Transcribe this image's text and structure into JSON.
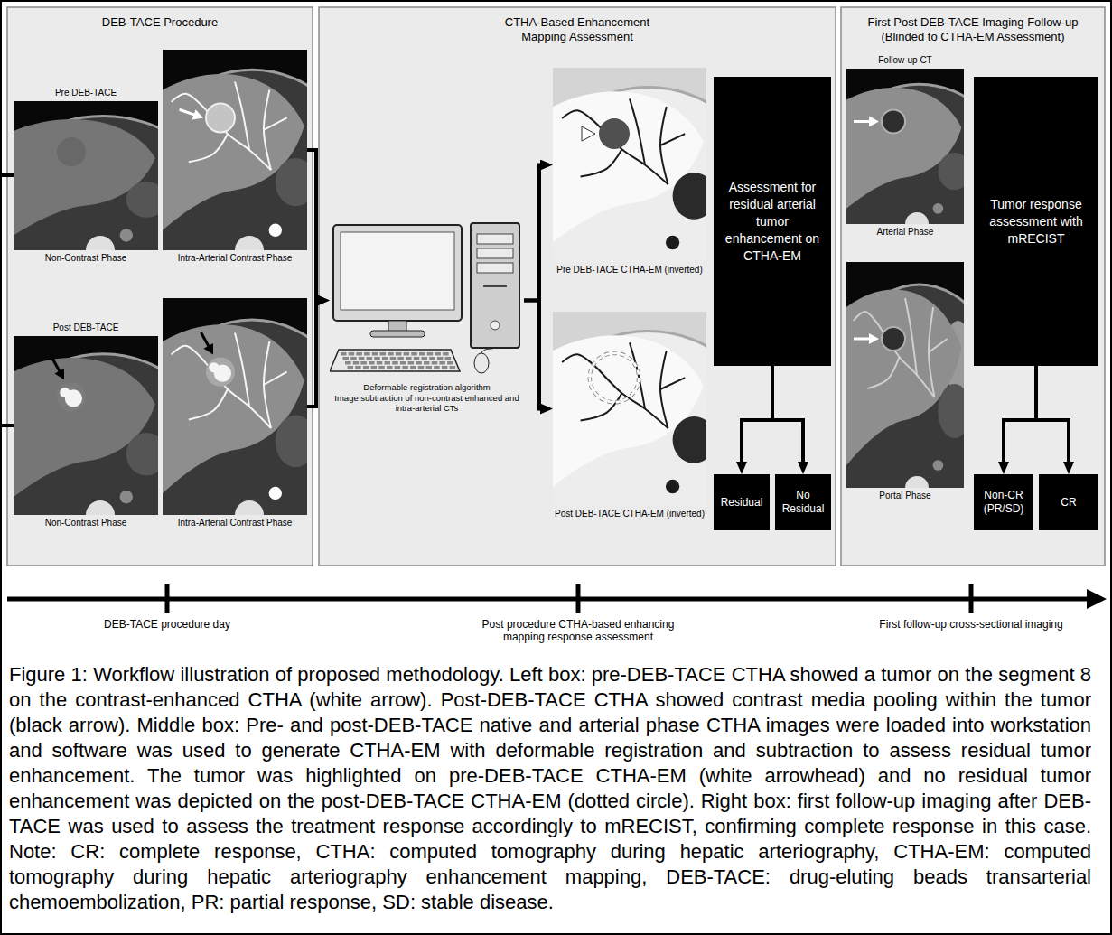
{
  "diagram": {
    "caption": "Figure 1: Workflow illustration of proposed methodology. Left box: pre-DEB-TACE CTHA showed a tumor on the segment 8 on the contrast-enhanced CTHA (white arrow). Post-DEB-TACE CTHA showed contrast media pooling within the tumor (black arrow). Middle box: Pre- and post-DEB-TACE native and arterial phase CTHA images were loaded into workstation and software was used to generate CTHA-EM with deformable registration and subtraction to assess residual tumor enhancement. The tumor was highlighted on pre-DEB-TACE CTHA-EM (white arrowhead) and no residual tumor enhancement was depicted on the post-DEB-TACE CTHA-EM (dotted circle). Right box: first follow-up imaging after DEB-TACE was used to assess the treatment response accordingly to mRECIST, confirming complete response in this case. Note: CR: complete response, CTHA: computed tomography during hepatic arteriography, CTHA-EM: computed tomography during hepatic arteriography enhancement mapping, DEB-TACE: drug-eluting beads transarterial chemoembolization, PR: partial response, SD: stable disease.",
    "nodes": [
      {
        "text": [
          "DEB-TACE Procedure"
        ]
      },
      {
        "text": [
          "Pre DEB-TACE",
          "Non-Contrast Phase"
        ],
        "in": 0
      },
      {
        "text": [
          "Intra-Arterial Contrast Phase"
        ],
        "in": 0
      },
      {
        "text": [
          "Post DEB-TACE",
          "Non-Contrast Phase"
        ],
        "in": 0
      },
      {
        "text": [
          "Intra-Arterial Contrast Phase"
        ],
        "in": 0
      },
      {
        "text": [
          "CTHA-Based Enhancement Mapping Assessment"
        ]
      },
      {
        "text": [
          "Deformable registration algorithm",
          "Image subtraction of non-contrast enhanced and intra-arterial CTs"
        ],
        "in": 5
      },
      {
        "text": [
          "Pre DEB-TACE CTHA-EM (inverted)"
        ],
        "in": 5
      },
      {
        "text": [
          "Post DEB-TACE CTHA-EM (inverted)"
        ],
        "in": 5
      },
      {
        "text": [
          "Assessment for residual arterial tumor enhancement on CTHA-EM"
        ],
        "in": 5
      },
      {
        "text": [
          "Residual"
        ],
        "in": 5
      },
      {
        "text": [
          "No Residual"
        ],
        "in": 5
      },
      {
        "text": [
          "First Post DEB-TACE Imaging Follow-up (Blinded to CTHA-EM Assessment)"
        ]
      },
      {
        "text": [
          "Follow-up CT",
          "Arterial Phase"
        ],
        "in": 12
      },
      {
        "text": [
          "Portal Phase"
        ],
        "in": 12
      },
      {
        "text": [
          "Tumor response assessment with mRECIST"
        ],
        "in": 12
      },
      {
        "text": [
          "Non-CR (PR/SD)"
        ],
        "in": 12
      },
      {
        "text": [
          "CR"
        ],
        "in": 12
      }
    ],
    "edges": [
      {
        "from": 2,
        "to": 6,
        "arrow": "to"
      },
      {
        "from": 4,
        "to": 6,
        "arrow": "to"
      },
      {
        "from": 6,
        "to": 7,
        "arrow": "to"
      },
      {
        "from": 6,
        "to": 8,
        "arrow": "to"
      },
      {
        "from": 9,
        "to": 10,
        "arrow": "to"
      },
      {
        "from": 9,
        "to": 11,
        "arrow": "to"
      },
      {
        "from": 15,
        "to": 16,
        "arrow": "to"
      },
      {
        "from": 15,
        "to": 17,
        "arrow": "to"
      }
    ],
    "labels": [
      "DEB-TACE procedure day",
      "Post procedure CTHA-based enhancing mapping response assessment",
      "First follow-up cross-sectional imaging"
    ]
  }
}
